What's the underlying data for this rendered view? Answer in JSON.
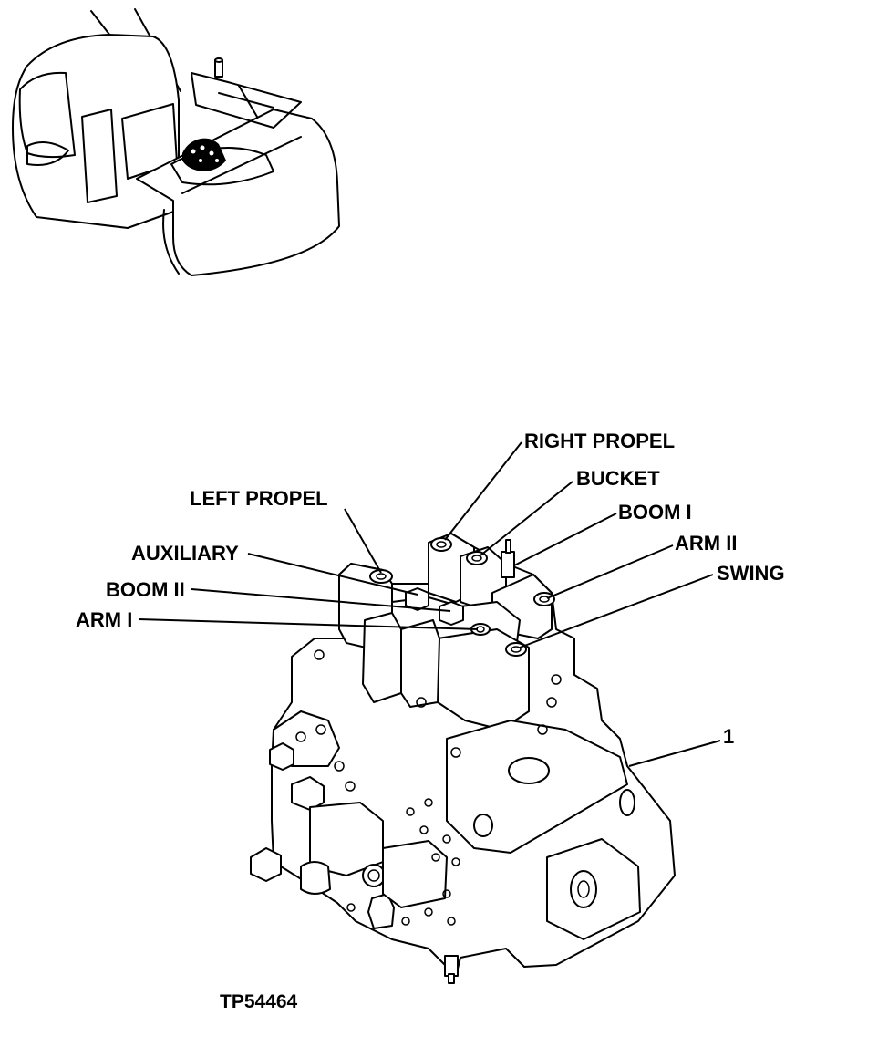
{
  "figure_id": "TP54464",
  "callouts": {
    "right_propel": "RIGHT PROPEL",
    "bucket": "BUCKET",
    "boom_1": "BOOM I",
    "arm_2": "ARM II",
    "swing": "SWING",
    "left_propel": "LEFT PROPEL",
    "auxiliary": "AUXILIARY",
    "boom_2": "BOOM II",
    "arm_1": "ARM I",
    "item_1": "1"
  }
}
